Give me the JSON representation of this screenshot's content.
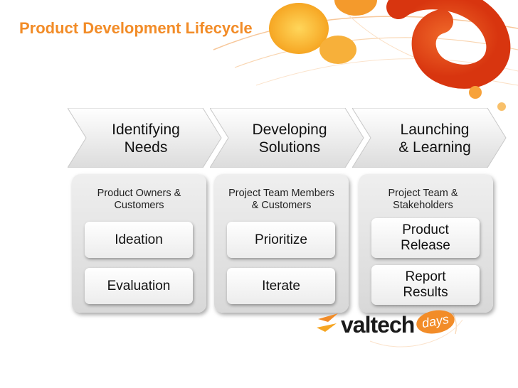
{
  "title": "Product Development Lifecycle",
  "phases": [
    {
      "label": "Identifying Needs",
      "lines": [
        "Identifying",
        "Needs"
      ],
      "actors": [
        "Product Owners &",
        "Customers"
      ],
      "steps": [
        [
          "Ideation"
        ],
        [
          "Evaluation"
        ]
      ]
    },
    {
      "label": "Developing Solutions",
      "lines": [
        "Developing",
        "Solutions"
      ],
      "actors": [
        "Project Team Members",
        "& Customers"
      ],
      "steps": [
        [
          "Prioritize"
        ],
        [
          "Iterate"
        ]
      ]
    },
    {
      "label": "Launching & Learning",
      "lines": [
        "Launching",
        "& Learning"
      ],
      "actors": [
        "Project Team &",
        "Stakeholders"
      ],
      "steps": [
        [
          "Product",
          "Release"
        ],
        [
          "Report",
          "Results"
        ]
      ]
    }
  ],
  "logo": {
    "word": "valtech",
    "badge": "days"
  },
  "colors": {
    "title": "#f28c28",
    "accent_orange": "#f28c28",
    "accent_red": "#e8481c"
  }
}
